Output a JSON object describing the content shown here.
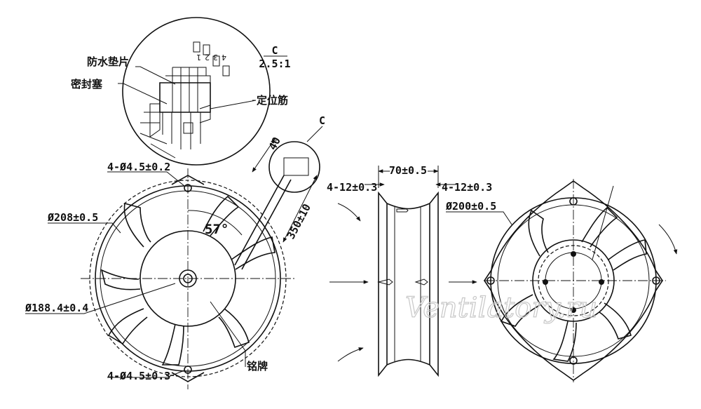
{
  "detail": {
    "label": "C",
    "scale": "2.5:1",
    "waterproof_gasket": "防水垫片",
    "seal_plug": "密封塞",
    "locating_rib": "定位筋",
    "wire_numbers": [
      "1",
      "2",
      "3",
      "4"
    ]
  },
  "front_view": {
    "hole_top": "4-Ø4.5±0.2",
    "hole_bottom": "4-Ø4.5±0.3",
    "outer_diameter": "Ø208±0.5",
    "inner_diameter": "Ø188.4±0.4",
    "angle": "57°",
    "cable_length": "350±10",
    "cable_tip": "40",
    "detail_marker": "C",
    "nameplate": "铭牌"
  },
  "side_view": {
    "width": "70±0.5",
    "left_flange": "4-12±0.3",
    "right_flange": "4-12±0.3"
  },
  "rear_view": {
    "diameter": "Ø200±0.5"
  },
  "watermark": "Ventilatory.ru"
}
